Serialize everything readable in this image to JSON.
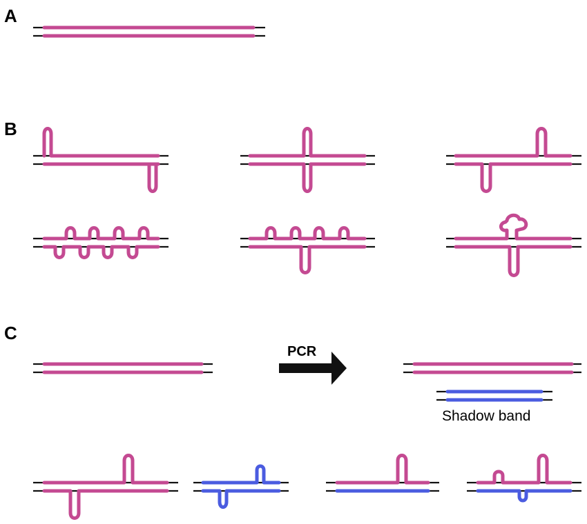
{
  "panels": {
    "a": "A",
    "b": "B",
    "c": "C"
  },
  "arrow_label": "PCR",
  "shadow_caption": "Shadow band",
  "colors": {
    "magenta": "#C44A92",
    "blue": "#4B5CE0",
    "black": "#111111"
  }
}
